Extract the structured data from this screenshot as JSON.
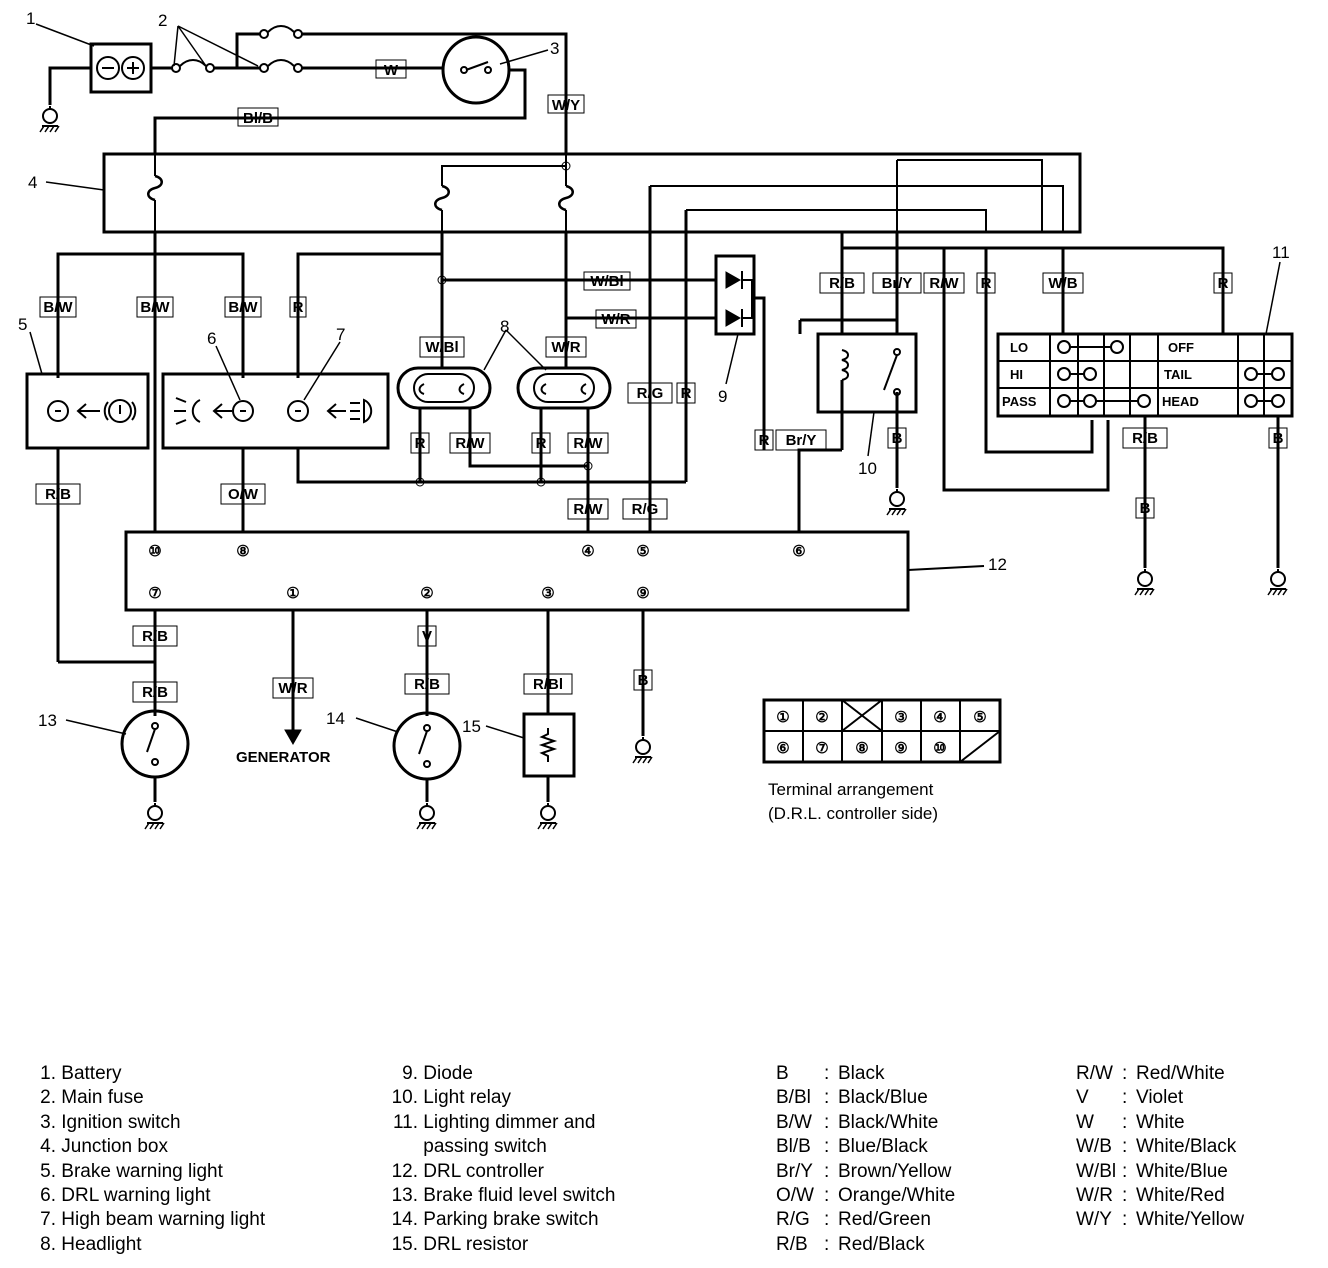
{
  "callouts": [
    "1",
    "2",
    "3",
    "4",
    "5",
    "6",
    "7",
    "8",
    "9",
    "10",
    "11",
    "12",
    "13",
    "14",
    "15"
  ],
  "wire_labels": {
    "w_top": "W",
    "bl_b_top": "Bl/B",
    "w_y_top": "W/Y",
    "b_w_1": "B/W",
    "b_w_2": "B/W",
    "b_w_3": "B/W",
    "r_1": "R",
    "w_bl_1": "W/Bl",
    "w_r_1": "W/R",
    "w_bl_2": "W/Bl",
    "w_r_2": "W/R",
    "r_g_1": "R/G",
    "r_2": "R",
    "r_b_1": "R/B",
    "br_y_1": "Br/Y",
    "r_w_1": "R/W",
    "r_3": "R",
    "w_b_1": "W/B",
    "r_4": "R",
    "r_5": "R",
    "r_w_2": "R/W",
    "r_6": "R",
    "r_w_3": "R/W",
    "r_7": "R",
    "br_y_2": "Br/Y",
    "b_1": "B",
    "r_b_2": "R/B",
    "b_2": "B",
    "r_b_3": "R/B",
    "o_w_1": "O/W",
    "r_w_4": "R/W",
    "r_g_2": "R/G",
    "b_3": "B",
    "r_b_4": "R/B",
    "r_b_5": "R/B",
    "w_r_3": "W/R",
    "v_1": "V",
    "r_b_6": "R/B",
    "r_bl_1": "R/Bl",
    "b_4": "B",
    "generator": "GENERATOR"
  },
  "switch_table": {
    "rows": [
      {
        "left": "LO",
        "right": "OFF"
      },
      {
        "left": "HI",
        "right": "TAIL"
      },
      {
        "left": "PASS",
        "right": "HEAD"
      }
    ]
  },
  "drl_pins": {
    "top": [
      "⑩",
      "⑧",
      "④",
      "⑤",
      "⑥"
    ],
    "bottom": [
      "⑦",
      "①",
      "②",
      "③",
      "⑨"
    ]
  },
  "terminal_arrangement": {
    "row1": [
      "①",
      "②",
      "",
      "③",
      "④",
      "⑤"
    ],
    "row2": [
      "⑥",
      "⑦",
      "⑧",
      "⑨",
      "⑩",
      ""
    ],
    "caption_line1": "Terminal arrangement",
    "caption_line2": "(D.R.L. controller side)"
  },
  "legend_parts": [
    {
      "num": "1.",
      "name": "Battery"
    },
    {
      "num": "2.",
      "name": "Main fuse"
    },
    {
      "num": "3.",
      "name": "Ignition switch"
    },
    {
      "num": "4.",
      "name": "Junction box"
    },
    {
      "num": "5.",
      "name": "Brake warning light"
    },
    {
      "num": "6.",
      "name": "DRL warning light"
    },
    {
      "num": "7.",
      "name": "High beam warning light"
    },
    {
      "num": "8.",
      "name": "Headlight"
    },
    {
      "num": "9.",
      "name": "Diode"
    },
    {
      "num": "10.",
      "name": "Light relay"
    },
    {
      "num": "11.",
      "name": "Lighting dimmer and"
    },
    {
      "num": "",
      "name": "passing switch"
    },
    {
      "num": "12.",
      "name": "DRL controller"
    },
    {
      "num": "13.",
      "name": "Brake fluid level switch"
    },
    {
      "num": "14.",
      "name": "Parking brake switch"
    },
    {
      "num": "15.",
      "name": "DRL resistor"
    }
  ],
  "legend_colors": [
    {
      "code": "B",
      "name": "Black"
    },
    {
      "code": "B/Bl",
      "name": "Black/Blue"
    },
    {
      "code": "B/W",
      "name": "Black/White"
    },
    {
      "code": "Bl/B",
      "name": "Blue/Black"
    },
    {
      "code": "Br/Y",
      "name": "Brown/Yellow"
    },
    {
      "code": "O/W",
      "name": "Orange/White"
    },
    {
      "code": "R/G",
      "name": "Red/Green"
    },
    {
      "code": "R/B",
      "name": "Red/Black"
    },
    {
      "code": "R/W",
      "name": "Red/White"
    },
    {
      "code": "V",
      "name": "Violet"
    },
    {
      "code": "W",
      "name": "White"
    },
    {
      "code": "W/B",
      "name": "White/Black"
    },
    {
      "code": "W/Bl",
      "name": "White/Blue"
    },
    {
      "code": "W/R",
      "name": "White/Red"
    },
    {
      "code": "W/Y",
      "name": "White/Yellow"
    }
  ]
}
